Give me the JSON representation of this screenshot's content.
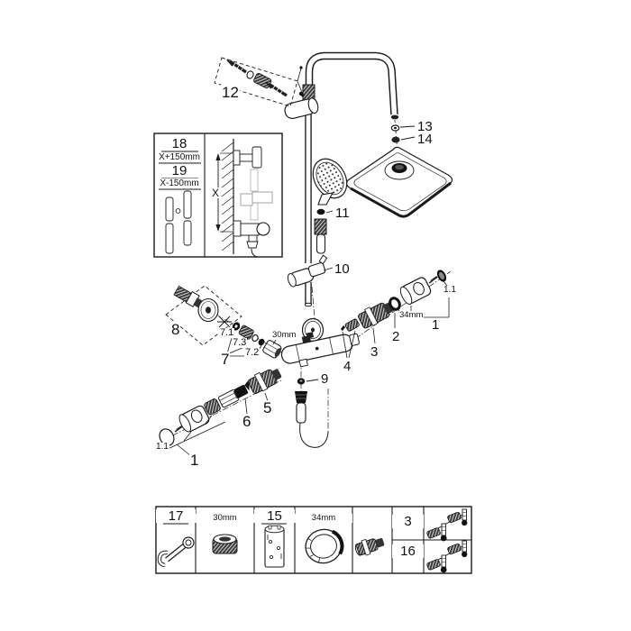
{
  "colors": {
    "background": "#ffffff",
    "line": "#1a1a1a",
    "dark_fill": "#222222"
  },
  "labels": {
    "p12": "12",
    "p13": "13",
    "p14": "14",
    "p11": "11",
    "p10": "10",
    "p8": "8",
    "p7": "7",
    "p7_1": "7.1",
    "p7_2": "7.2",
    "p7_3": "7.3",
    "nut30": "30mm",
    "ring34": "34mm",
    "p2": "2",
    "p3": "3",
    "p4": "4",
    "p9": "9",
    "p5": "5",
    "p6": "6",
    "p1_right": "1",
    "p1_1_right": "1.1",
    "p1_left": "1",
    "p1_1_left": "1.1"
  },
  "inset": {
    "item_a": "18",
    "item_a_dim": "X+150mm",
    "item_b": "19",
    "item_b_dim": "X-150mm",
    "dim": "X"
  },
  "table": {
    "cells": [
      {
        "label": "17",
        "icon": "wrench-icon"
      },
      {
        "label": "30mm",
        "icon": "nut-30mm-icon"
      },
      {
        "label": "15",
        "icon": "sleeve-tool-icon"
      },
      {
        "label": "34mm",
        "icon": "clamp-ring-icon"
      },
      {
        "label": "",
        "icon": "adapter-icon"
      },
      {
        "label": "3",
        "icon": "screw-set-icon"
      },
      {
        "label": "16",
        "icon": "screw-set-icon"
      }
    ]
  },
  "icons": {
    "wrench": "wrench-icon",
    "nut_30mm": "nut-30mm-icon",
    "sleeve_tool": "sleeve-tool-icon",
    "clamp_ring": "clamp-ring-icon",
    "adapter": "adapter-icon",
    "screw_set": "screw-set-icon"
  }
}
